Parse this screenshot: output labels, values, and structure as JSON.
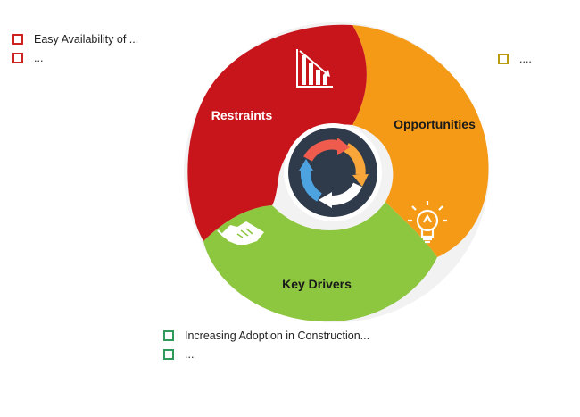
{
  "diagram": {
    "segments": {
      "restraints": {
        "label": "Restraints",
        "color": "#c8141b"
      },
      "opportunities": {
        "label": "Opportunities",
        "color": "#f59a16"
      },
      "key_drivers": {
        "label": "Key Drivers",
        "color": "#8dc63f"
      }
    },
    "center_color": "#2f3b4b"
  },
  "bullets": {
    "restraints": [
      "Easy Availability of ...",
      "..."
    ],
    "opportunities": [
      "...."
    ],
    "key_drivers": [
      "Increasing Adoption in Construction...",
      "..."
    ]
  },
  "icons": [
    "bar-chart-down-icon",
    "lightbulb-icon",
    "handshake-icon",
    "cycle-arrows-icon"
  ]
}
